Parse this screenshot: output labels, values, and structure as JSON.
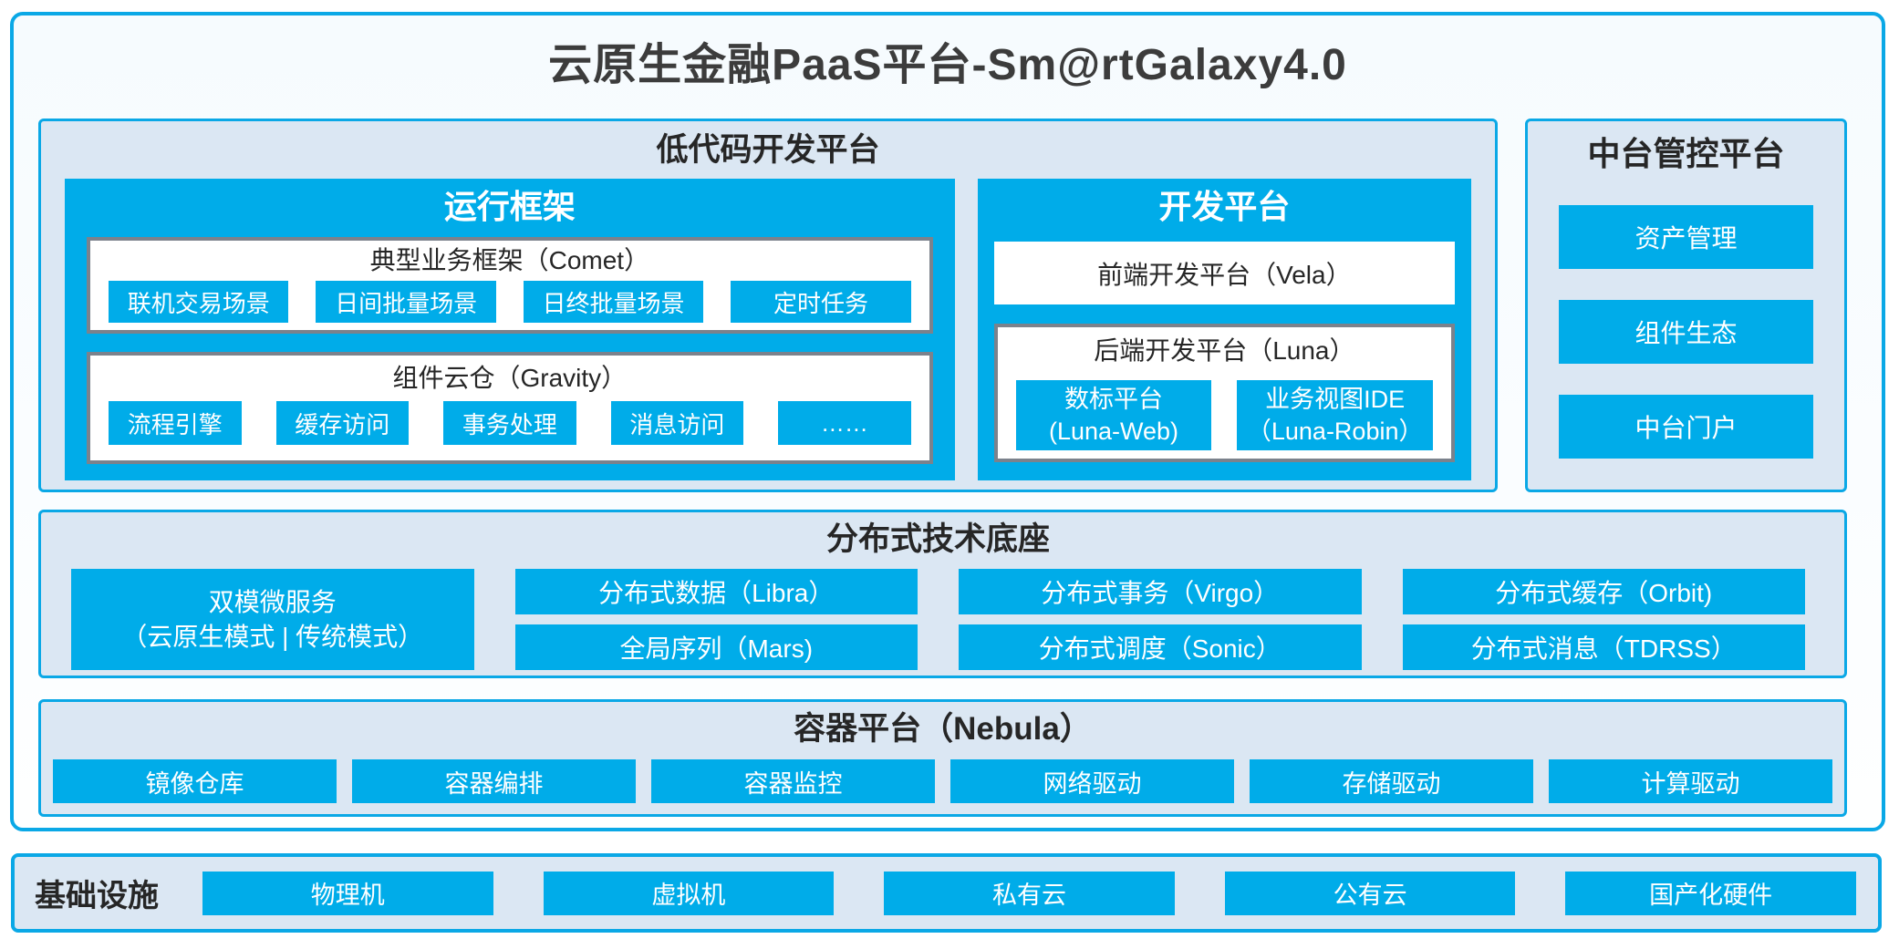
{
  "title": "云原生金融PaaS平台-Sm@rtGalaxy4.0",
  "lowcode": {
    "header": "低代码开发平台",
    "runtime": {
      "header": "运行框架",
      "comet": {
        "title": "典型业务框架（Comet）",
        "items": [
          "联机交易场景",
          "日间批量场景",
          "日终批量场景",
          "定时任务"
        ]
      },
      "gravity": {
        "title": "组件云仓（Gravity）",
        "items": [
          "流程引擎",
          "缓存访问",
          "事务处理",
          "消息访问",
          "……"
        ]
      }
    },
    "dev": {
      "header": "开发平台",
      "vela": "前端开发平台（Vela）",
      "luna": {
        "title": "后端开发平台（Luna）",
        "items": [
          {
            "line1": "数标平台",
            "line2": "(Luna-Web)"
          },
          {
            "line1": "业务视图IDE",
            "line2": "（Luna-Robin）"
          }
        ]
      }
    }
  },
  "midplatform": {
    "header": "中台管控平台",
    "items": [
      "资产管理",
      "组件生态",
      "中台门户"
    ]
  },
  "distributed": {
    "header": "分布式技术底座",
    "dual_mode": {
      "line1": "双模微服务",
      "line2": "（云原生模式 | 传统模式）"
    },
    "columns": [
      [
        "分布式数据（Libra）",
        "全局序列（Mars)"
      ],
      [
        "分布式事务（Virgo）",
        "分布式调度（Sonic）"
      ],
      [
        "分布式缓存（Orbit)",
        "分布式消息（TDRSS）"
      ]
    ]
  },
  "container_platform": {
    "header": "容器平台（Nebula）",
    "items": [
      "镜像仓库",
      "容器编排",
      "容器监控",
      "网络驱动",
      "存储驱动",
      "计算驱动"
    ]
  },
  "infrastructure": {
    "header": "基础设施",
    "items": [
      "物理机",
      "虚拟机",
      "私有云",
      "公有云",
      "国产化硬件"
    ]
  },
  "colors": {
    "accent_blue": "#00ACE9",
    "border_blue": "#0AA8E6",
    "panel_bg": "#DBE7F3",
    "gray_border": "#7B828C",
    "title_text": "#3C3C3C"
  }
}
